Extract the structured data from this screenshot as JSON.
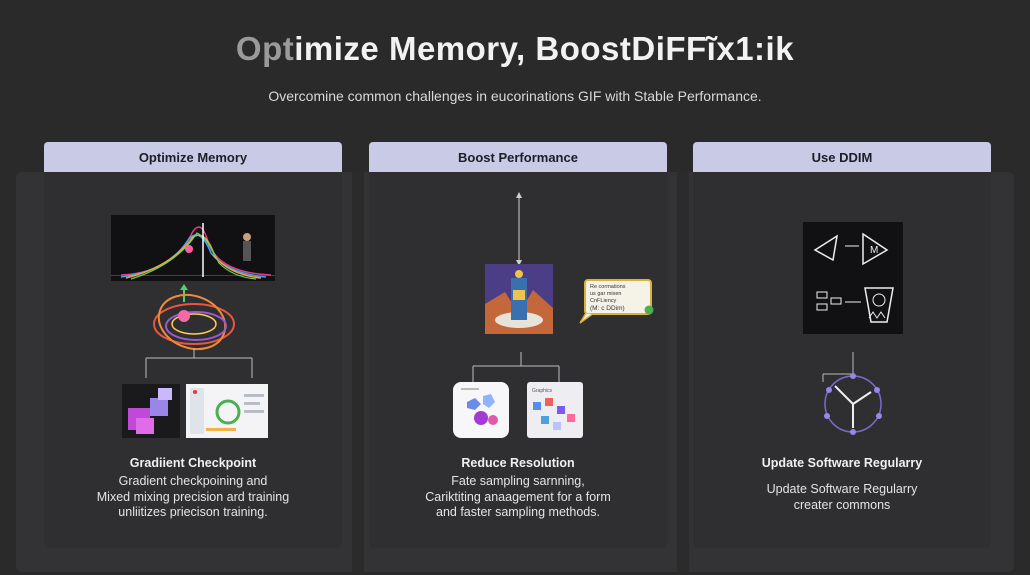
{
  "header": {
    "title_prefix": "Opt",
    "title_rest": "imize Memory, BoostDiFFĩx1:ik",
    "subtitle": "Overcomine common challenges in eucorinations GIF with Stable Performance."
  },
  "cards": [
    {
      "heading": "Optimize Memory",
      "feature": "Gradiient Checkpoint",
      "desc": [
        "Gradient checkpoining and",
        "Mixed mixing precision ard training",
        "unliitizes priecison training."
      ]
    },
    {
      "heading": "Boost Performance",
      "feature": "Reduce Resolution",
      "desc": [
        "Fate sampling sarnning,",
        "Cariktiting anaagement for a form",
        "and faster sampling methods."
      ],
      "bubble": [
        "Re cormations",
        "us gar mixen CnFLiency",
        "(M​: c DDim)"
      ],
      "card_label": "Graphics"
    },
    {
      "heading": "Use DDIM",
      "feature": "Update Software Regularry",
      "desc": [
        "Update Software Regularry",
        "creater commons"
      ],
      "diagram_label": "M"
    }
  ],
  "colors": {
    "background": "#2a2a2b",
    "card_header": "#c9cbe6",
    "card_body": "#2f2f31",
    "bubble_border": "#d9b23a"
  }
}
